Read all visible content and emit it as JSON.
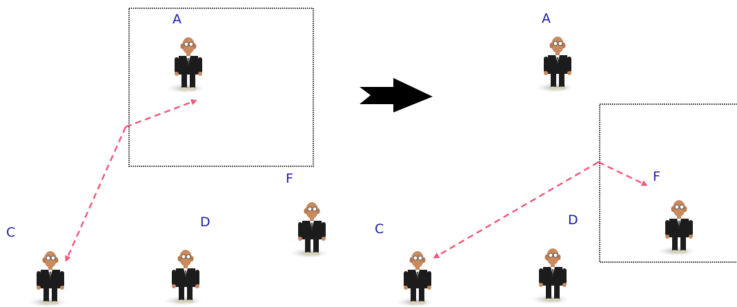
{
  "diagram": {
    "colors": {
      "label": "#1a1aa6",
      "arrow": "#f05a7a",
      "frame": "#222222",
      "transition_arrow": "#000000",
      "suit": "#1c1c1c",
      "skin": "#c98a5e"
    },
    "before": {
      "labels": {
        "a": "A",
        "c": "C",
        "d": "D",
        "f": "F"
      }
    },
    "after": {
      "labels": {
        "a": "A",
        "c": "C",
        "d": "D",
        "f": "F"
      }
    }
  }
}
